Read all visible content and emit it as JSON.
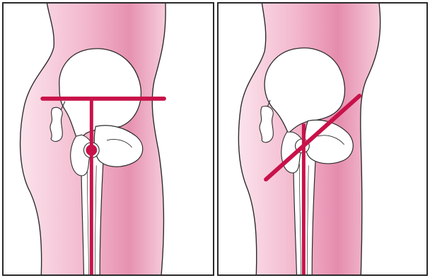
{
  "colors": {
    "skin_light": "#fbe3ec",
    "skin_mid": "#f3b8cd",
    "skin_dark": "#e27fa1",
    "bone": "#ffffff",
    "outline": "#2b2b2b",
    "marker": "#c8124a",
    "frame": "#2a2a2a"
  },
  "panels": [
    {
      "id": "left",
      "subject": "hip-and-thigh-side-view",
      "marker": "horizontal-level-line-with-vertical-axis-and-joint-dot"
    },
    {
      "id": "right",
      "subject": "hip-and-thigh-side-view",
      "marker": "diagonal-tilted-line-with-vertical-axis"
    }
  ]
}
